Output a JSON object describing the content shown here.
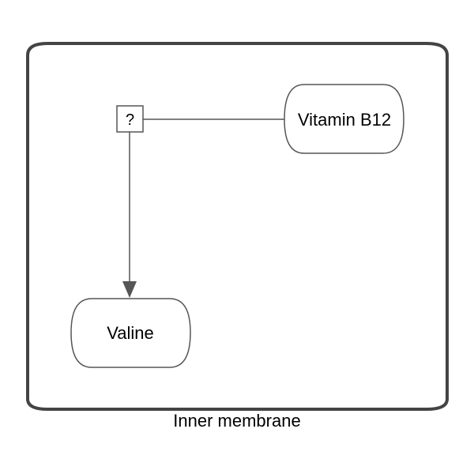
{
  "compartment": {
    "label": "Inner membrane"
  },
  "nodes": {
    "process": {
      "label": "?"
    },
    "vitamin_b12": {
      "label": "Vitamin B12"
    },
    "valine": {
      "label": "Valine"
    }
  },
  "colors": {
    "stroke": "#555555",
    "compartment_stroke": "#444444",
    "fill": "#ffffff",
    "text": "#000000"
  }
}
